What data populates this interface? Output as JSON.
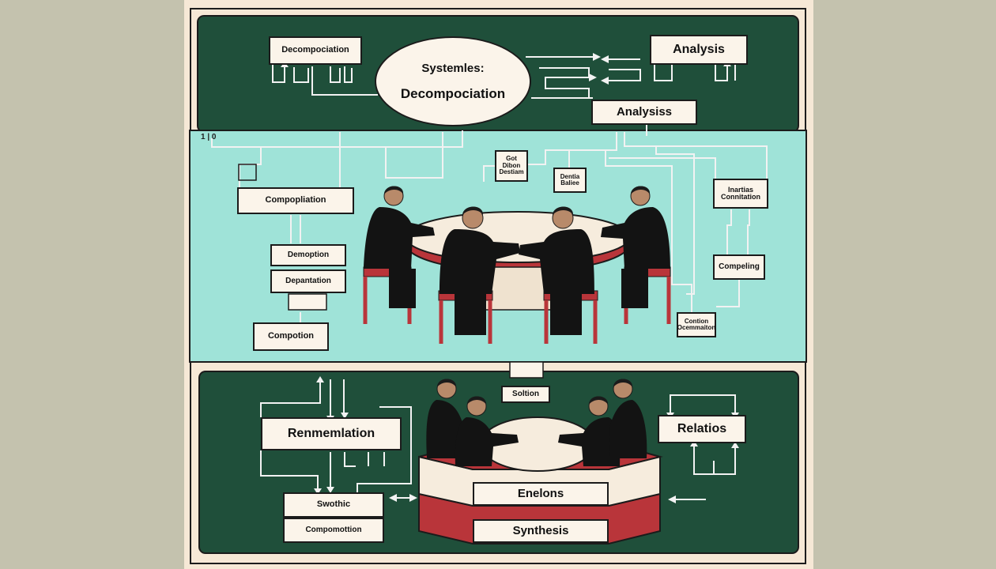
{
  "top_band": {
    "oval": {
      "line1": "Systemles:",
      "line2": "Decompociation"
    },
    "decomposition_label": "Decompociation",
    "analysis_label": "Analysis",
    "analysiss_label": "Analysiss",
    "corner_mark": "1 | 0"
  },
  "middle_band": {
    "left_labels": [
      "Compopliation",
      "Demoption",
      "Depantation",
      "Compotion"
    ],
    "center_labels": [
      "Got\nDibon\nDestiam",
      "Dentia\nBaliee"
    ],
    "right_labels": [
      "Inartias\nConnitation",
      "Compeling",
      "Contion\nOcemmaiton"
    ],
    "people_count": 4
  },
  "connector_label": "Soltion",
  "bottom_band": {
    "left_labels": [
      "Renmemlation",
      "Swothic",
      "Compomottion"
    ],
    "right_label": "Relatios",
    "table_labels": [
      "Enelons",
      "Synthesis"
    ],
    "people_count": 4
  },
  "colors": {
    "dark_green": "#1f4f3a",
    "teal": "#9fe3d8",
    "paper": "#f6e8d6",
    "chair_red": "#b9353a",
    "ink": "#1b1b1b"
  }
}
